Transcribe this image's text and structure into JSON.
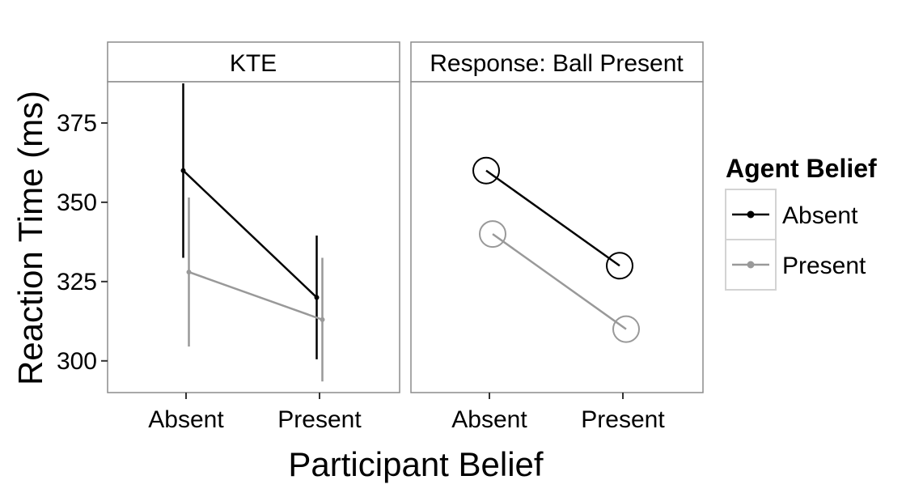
{
  "chart_data": {
    "type": "line",
    "x_label": "Participant Belief",
    "y_label": "Reaction Time (ms)",
    "categories": [
      "Absent",
      "Present"
    ],
    "ylim": [
      290,
      388
    ],
    "y_ticks": [
      300,
      325,
      350,
      375
    ],
    "grid": false,
    "legend": {
      "title": "Agent Belief",
      "placement": "right",
      "entries": [
        {
          "name": "Absent",
          "color": "#000000"
        },
        {
          "name": "Present",
          "color": "#999999"
        }
      ]
    },
    "panels": [
      {
        "title": "KTE",
        "marker": "point-errorbar",
        "series": [
          {
            "name": "Absent",
            "color": "#000000",
            "values": [
              360,
              320
            ],
            "lower": [
              332.5,
              300.5
            ],
            "upper": [
              387.5,
              339.5
            ]
          },
          {
            "name": "Present",
            "color": "#999999",
            "values": [
              328,
              313
            ],
            "lower": [
              304.5,
              293.5
            ],
            "upper": [
              351.5,
              332.5
            ]
          }
        ]
      },
      {
        "title": "Response: Ball Present",
        "marker": "open-circle",
        "series": [
          {
            "name": "Absent",
            "color": "#000000",
            "values": [
              360,
              330
            ]
          },
          {
            "name": "Present",
            "color": "#999999",
            "values": [
              340,
              310
            ]
          }
        ]
      }
    ]
  }
}
